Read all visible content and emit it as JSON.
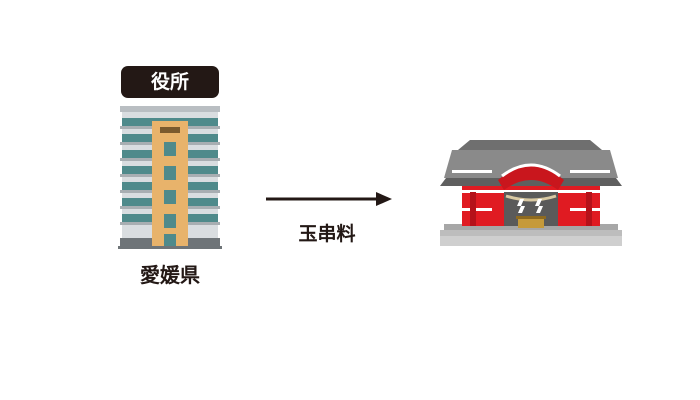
{
  "office": {
    "badge_label": "役所",
    "caption": "愛媛県",
    "icon": "office-building-icon"
  },
  "flow": {
    "caption": "玉串料",
    "icon": "arrow-right-icon"
  },
  "shrine": {
    "icon": "shinto-shrine-icon"
  },
  "colors": {
    "text_dark": "#231815",
    "building_glass": "#4f8a8b",
    "building_core": "#e8b36b",
    "shrine_red": "#e01b22",
    "shrine_roof": "#8a8a8a"
  }
}
